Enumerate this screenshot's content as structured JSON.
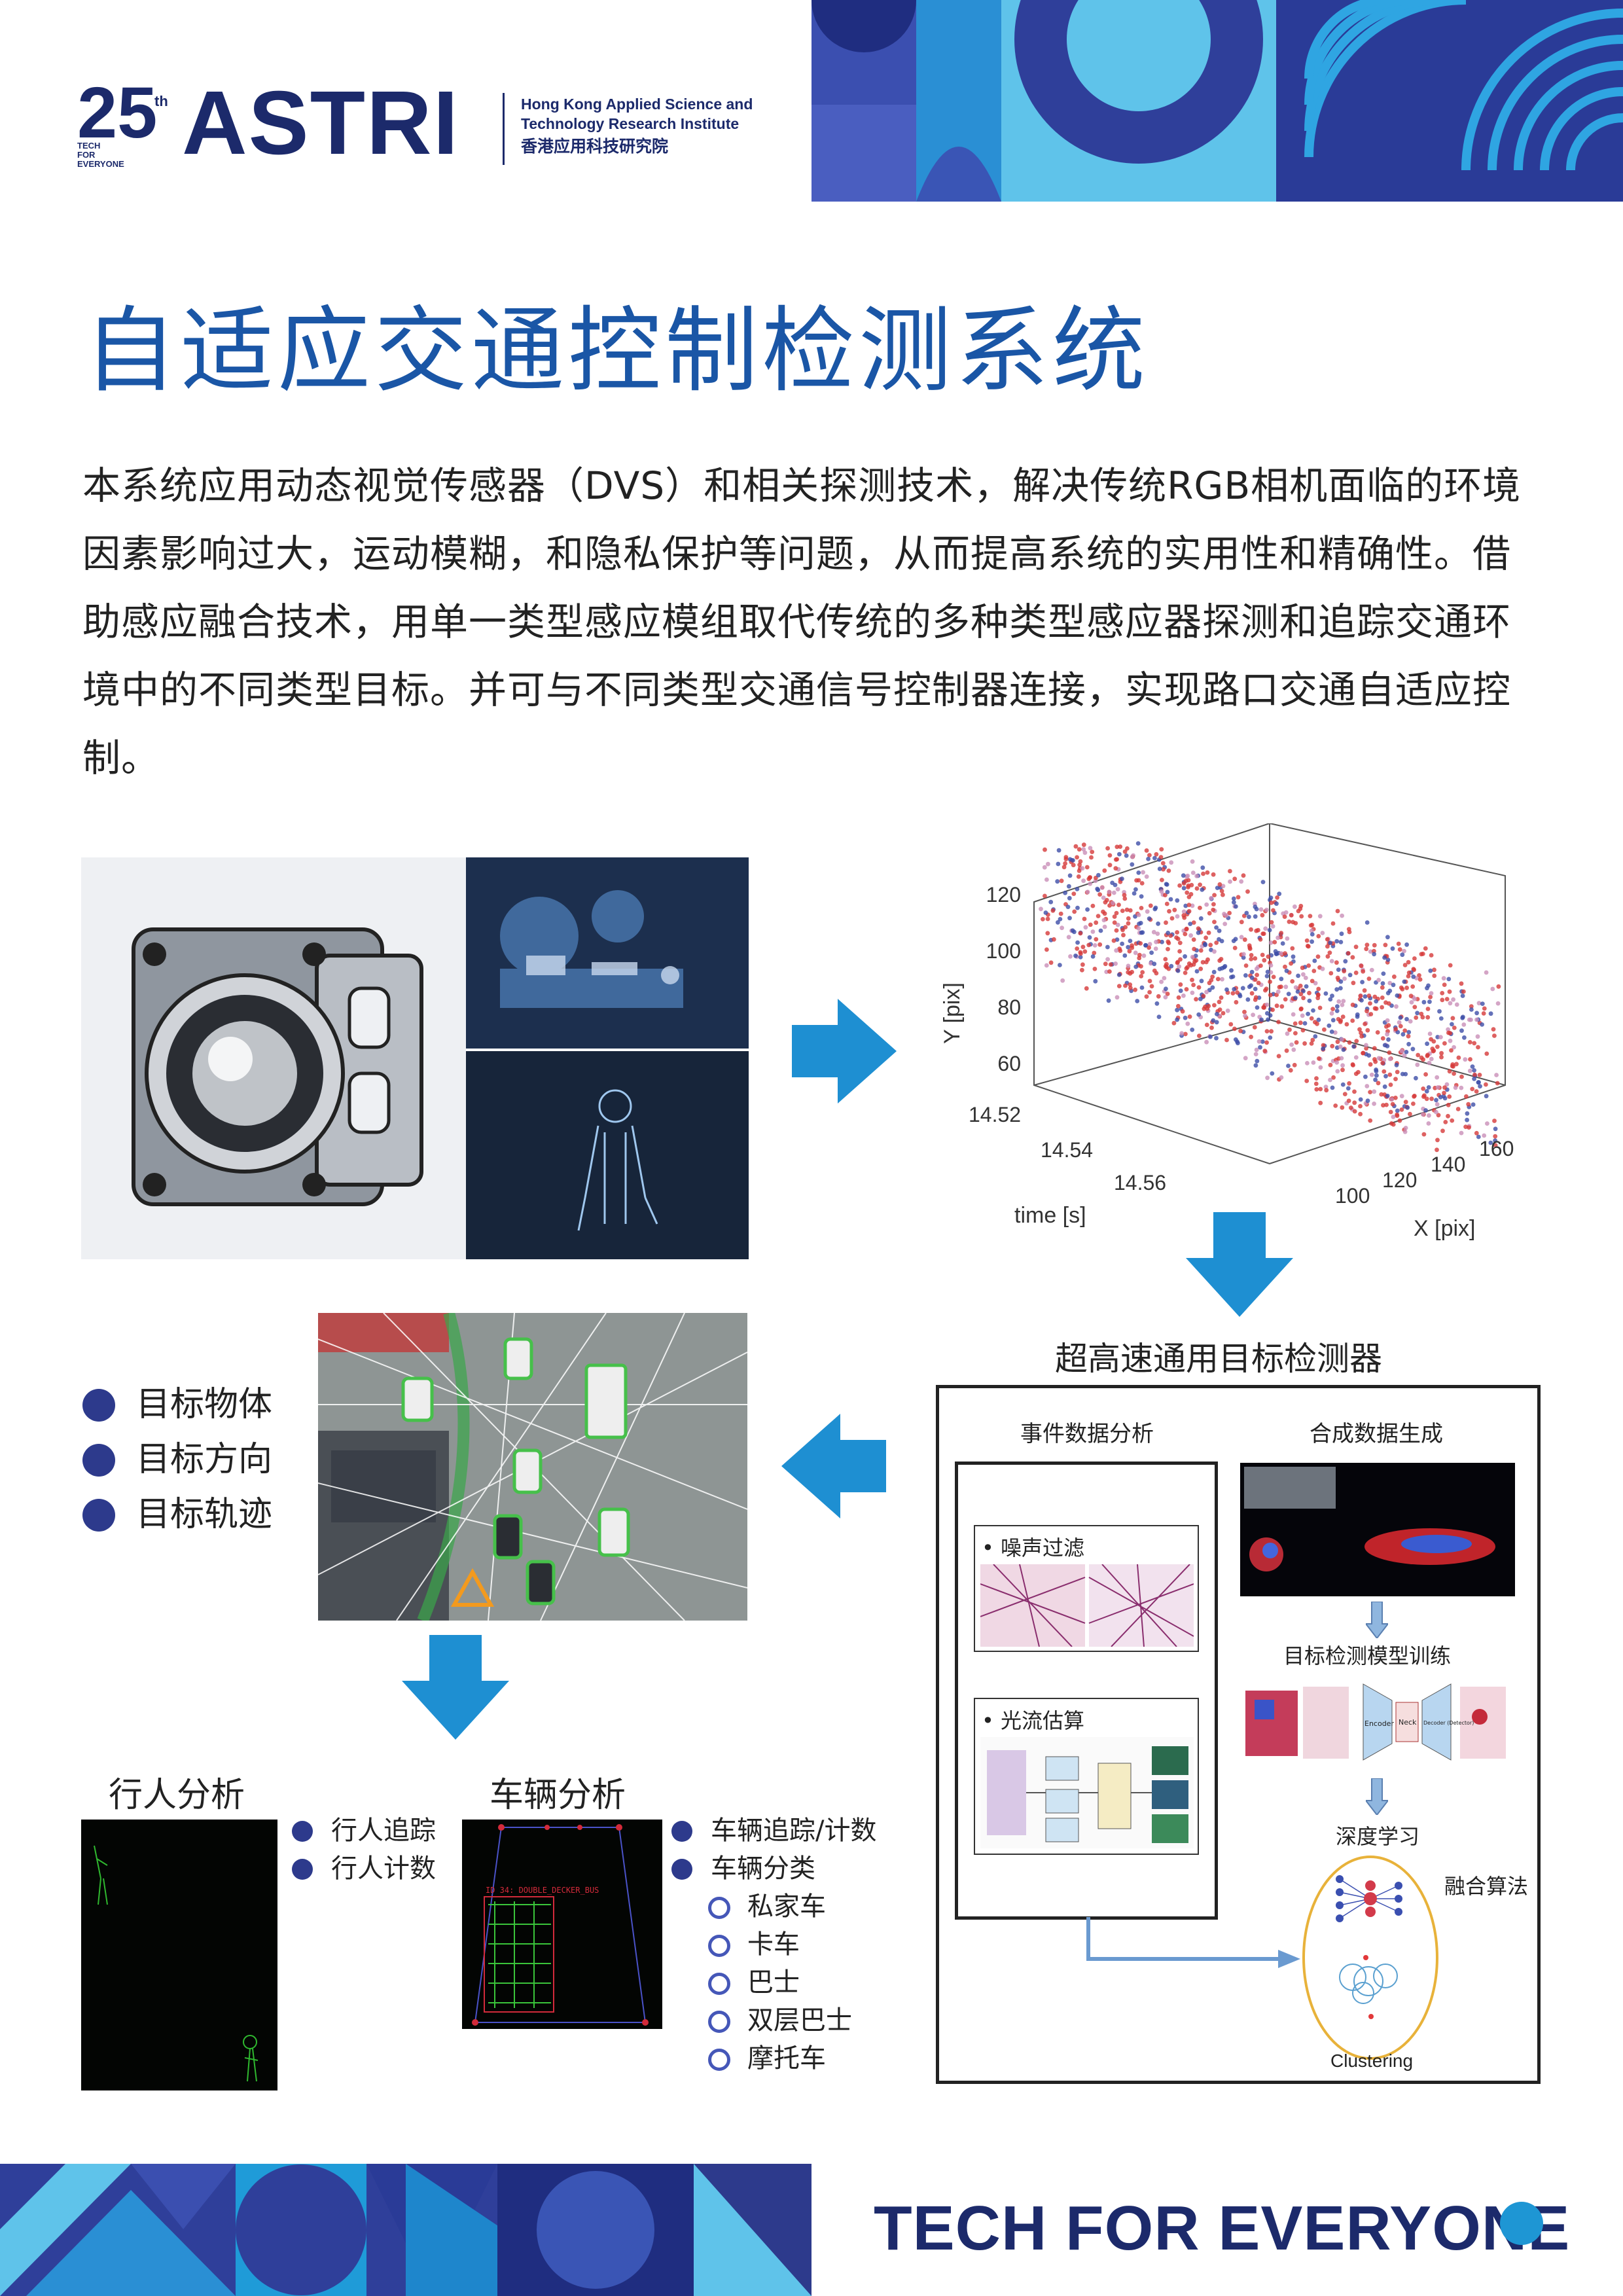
{
  "logo": {
    "num": "25",
    "th": "th",
    "tagline": "TECH\nFOR\nEVERYONE",
    "wordmark": "ASTRI",
    "institute_en": "Hong Kong Applied Science and Technology Research Institute",
    "institute_cn": "香港应用科技研究院"
  },
  "title": "自适应交通控制检测系统",
  "intro": "本系统应用动态视觉传感器（DVS）和相关探测技术，解决传统RGB相机面临的环境因素影响过大，运动模糊，和隐私保护等问题，从而提高系统的实用性和精确性。借助感应融合技术，用单一类型感应模组取代传统的多种类型感应器探测和追踪交通环境中的不同类型目标。并可与不同类型交通信号控制器连接，实现路口交通自适应控制。",
  "plot3d": {
    "ylabel": "Y [pix]",
    "yticks": [
      "120",
      "100",
      "80",
      "60"
    ],
    "timelabel": "time [s]",
    "timeticks": [
      "14.52",
      "14.54",
      "14.56"
    ],
    "xlabel": "X [pix]",
    "xticks": [
      "100",
      "120",
      "140",
      "160"
    ]
  },
  "detector": {
    "title": "超高速通用目标检测器",
    "event_analysis": "事件数据分析",
    "synthetic_data": "合成数据生成",
    "noise_filter": "噪声过滤",
    "optical_flow": "光流估算",
    "model_training": "目标检测模型训练",
    "encoder": "Encoder",
    "neck": "Neck",
    "decoder": "Decoder (Detector)",
    "deep_learning": "深度学习",
    "fusion": "融合算法",
    "clustering": "Clustering"
  },
  "targets": [
    "目标物体",
    "目标方向",
    "目标轨迹"
  ],
  "pedestrian": {
    "title": "行人分析",
    "items": [
      "行人追踪",
      "行人计数"
    ]
  },
  "vehicle": {
    "title": "车辆分析",
    "items": [
      "车辆追踪/计数",
      "车辆分类"
    ],
    "classes": [
      "私家车",
      "卡车",
      "巴士",
      "双层巴士",
      "摩托车"
    ],
    "bus_label": "ID 34: DOUBLE_DECKER_BUS"
  },
  "footer": "TECH FOR EVERYONE",
  "colors": {
    "navy": "#1c2a6b",
    "title_blue": "#1a56a6",
    "arrow_blue": "#1e8fd2",
    "bullet": "#2d3a8c"
  }
}
